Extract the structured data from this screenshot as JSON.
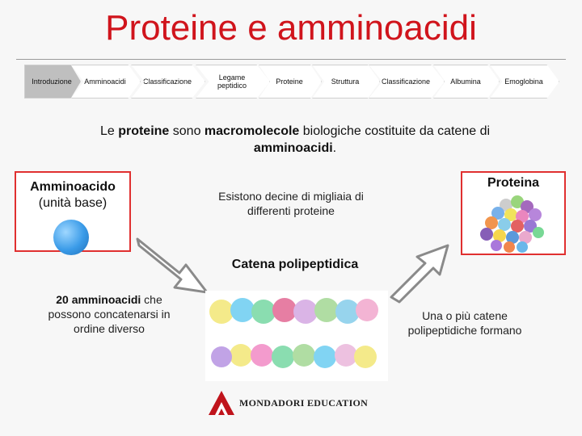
{
  "title": "Proteine e amminoacidi",
  "nav": {
    "items": [
      {
        "label": "Introduzione"
      },
      {
        "label": "Amminoacidi"
      },
      {
        "label": "Classificazione"
      },
      {
        "label": "Legame peptidico"
      },
      {
        "label": "Proteine"
      },
      {
        "label": "Struttura"
      },
      {
        "label": "Classificazione"
      },
      {
        "label": "Albumina"
      },
      {
        "label": "Emoglobina"
      }
    ]
  },
  "intro": {
    "part1": "Le ",
    "proteine": "proteine",
    "part2": " sono ",
    "macromolecole": "macromolecole",
    "part3": " biologiche costituite da catene di ",
    "amminoacidi": "amminoacidi",
    "part4": "."
  },
  "left_box": {
    "title_bold": "Amminoacido",
    "subtitle": "(unità base)"
  },
  "right_box": {
    "title": "Proteina"
  },
  "decine_text": "Esistono decine di migliaia di differenti proteine",
  "catena_label": "Catena polipeptidica",
  "venti_text": {
    "bold": "20 amminoacidi",
    "rest": " che possono concatenarsi in ordine diverso"
  },
  "una_text": "Una o più catene polipeptidiche formano",
  "footer": {
    "logo_text": "MONDADORI EDUCATION"
  },
  "colors": {
    "title": "#d0141c",
    "box_border": "#e03030",
    "arrow": "#8a8a8a"
  }
}
